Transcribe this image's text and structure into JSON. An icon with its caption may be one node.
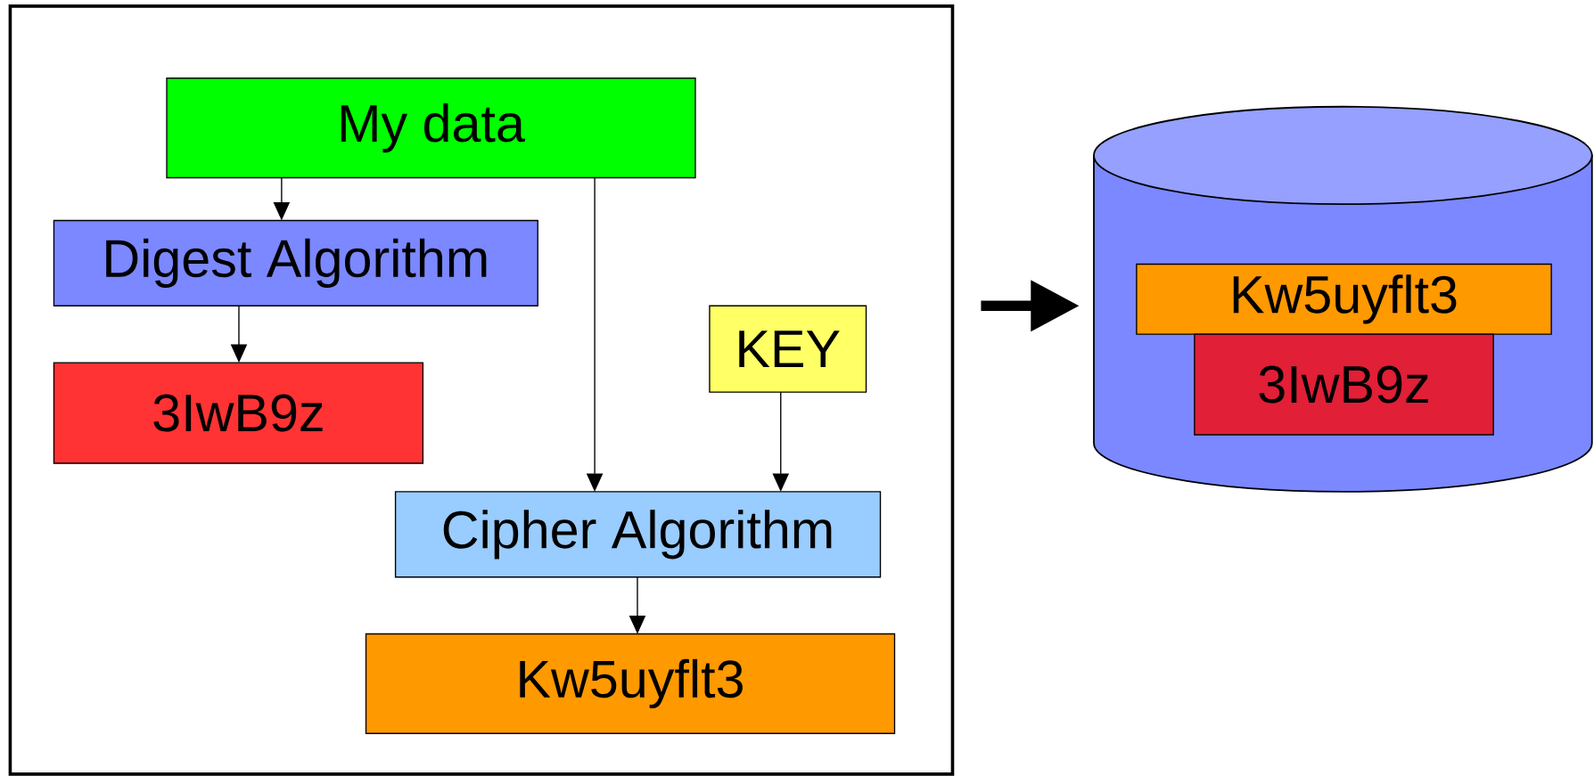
{
  "diagram": {
    "nodes": [
      {
        "text": [],
        "shape": "box"
      },
      {
        "text": [
          "My data"
        ],
        "in": 0
      },
      {
        "text": [
          "Digest Algorithm"
        ],
        "in": 0
      },
      {
        "text": [
          "3IwB9z"
        ],
        "in": 0
      },
      {
        "text": [
          "KEY"
        ],
        "in": 0
      },
      {
        "text": [
          "Cipher Algorithm"
        ],
        "in": 0
      },
      {
        "text": [
          "Kw5uyflt3"
        ],
        "in": 0
      },
      {
        "text": [],
        "shape": "cylinder"
      },
      {
        "text": [
          "Kw5uyflt3"
        ],
        "in": 7
      },
      {
        "text": [
          "3IwB9z"
        ],
        "in": 7
      }
    ],
    "edges": [
      {
        "from": 1,
        "to": 2,
        "arrow": "to"
      },
      {
        "from": 2,
        "to": 3,
        "arrow": "to"
      },
      {
        "from": 1,
        "to": 5,
        "arrow": "to"
      },
      {
        "from": 4,
        "to": 5,
        "arrow": "to"
      },
      {
        "from": 5,
        "to": 6,
        "arrow": "to"
      },
      {
        "from": 0,
        "to": 7,
        "arrow": "to",
        "style": "thick"
      }
    ]
  }
}
